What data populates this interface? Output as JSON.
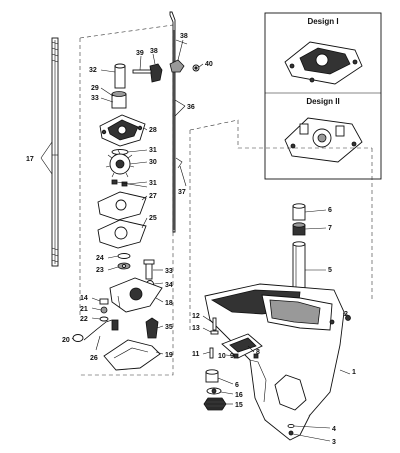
{
  "inset_labels": {
    "design_1": "Design I",
    "design_2": "Design II"
  },
  "callouts": [
    "1",
    "2",
    "3",
    "4",
    "5",
    "6",
    "7",
    "8",
    "9",
    "10",
    "11",
    "12",
    "13",
    "14",
    "15",
    "16",
    "17",
    "18",
    "19",
    "20",
    "21",
    "22",
    "23",
    "24",
    "25",
    "26",
    "27",
    "28",
    "29",
    "30",
    "31",
    "32",
    "33",
    "34",
    "35",
    "36",
    "37",
    "38",
    "39",
    "40"
  ]
}
